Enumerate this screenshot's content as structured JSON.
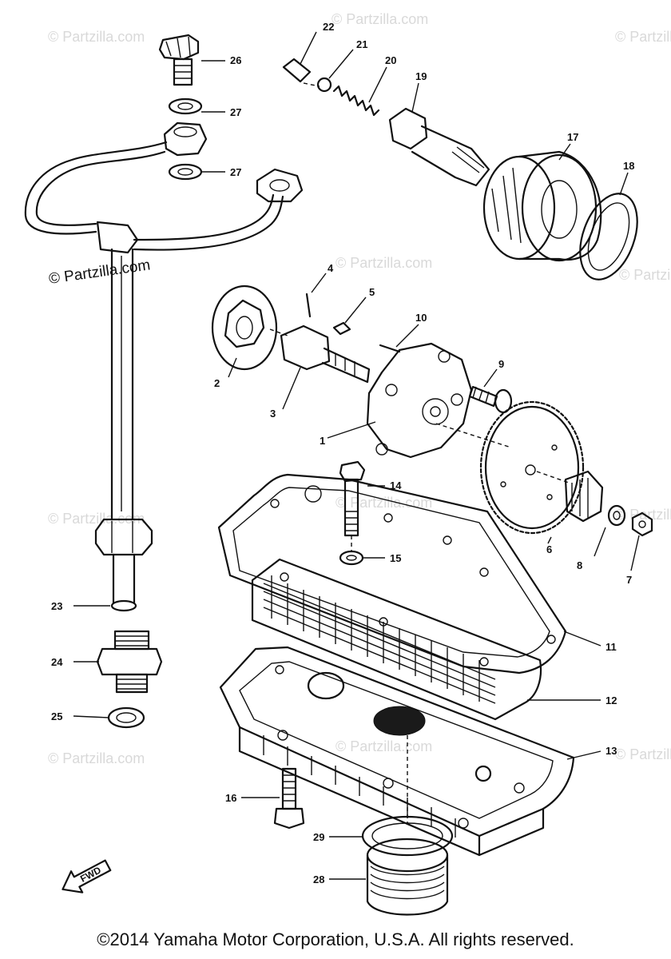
{
  "copyright": "©2014 Yamaha Motor Corporation, U.S.A. All rights reserved.",
  "watermark": "© Partzilla.com",
  "fwd_label": "FWD",
  "callouts": {
    "p1": "1",
    "p2": "2",
    "p3": "3",
    "p4": "4",
    "p5": "5",
    "p6": "6",
    "p7": "7",
    "p8": "8",
    "p9": "9",
    "p10": "10",
    "p11": "11",
    "p12": "12",
    "p13": "13",
    "p14": "14",
    "p15": "15",
    "p16": "16",
    "p17": "17",
    "p18": "18",
    "p19": "19",
    "p20": "20",
    "p21": "21",
    "p22": "22",
    "p23": "23",
    "p24": "24",
    "p25": "25",
    "p26": "26",
    "p27a": "27",
    "p27b": "27",
    "p28": "28",
    "p29": "29"
  }
}
